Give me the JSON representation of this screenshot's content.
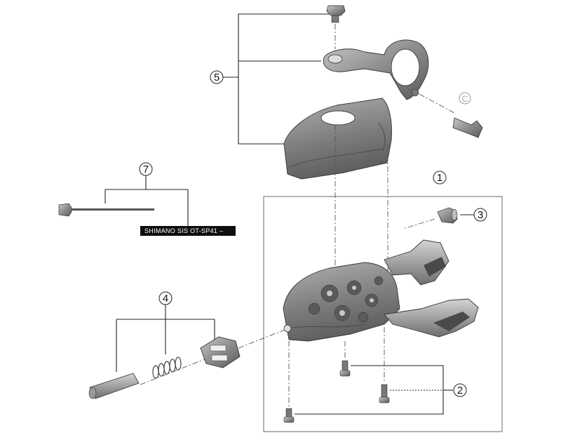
{
  "callouts": {
    "c1": "1",
    "c2": "2",
    "c3": "3",
    "c4": "4",
    "c5": "5",
    "c6": "C",
    "c7": "7"
  },
  "cable_print": "SHIMANO SIS OT-SP41 –",
  "colors": {
    "part_dark": "#6b6b6b",
    "part_mid": "#8a8a8a",
    "part_light": "#b9b9b9",
    "line": "#222222"
  }
}
